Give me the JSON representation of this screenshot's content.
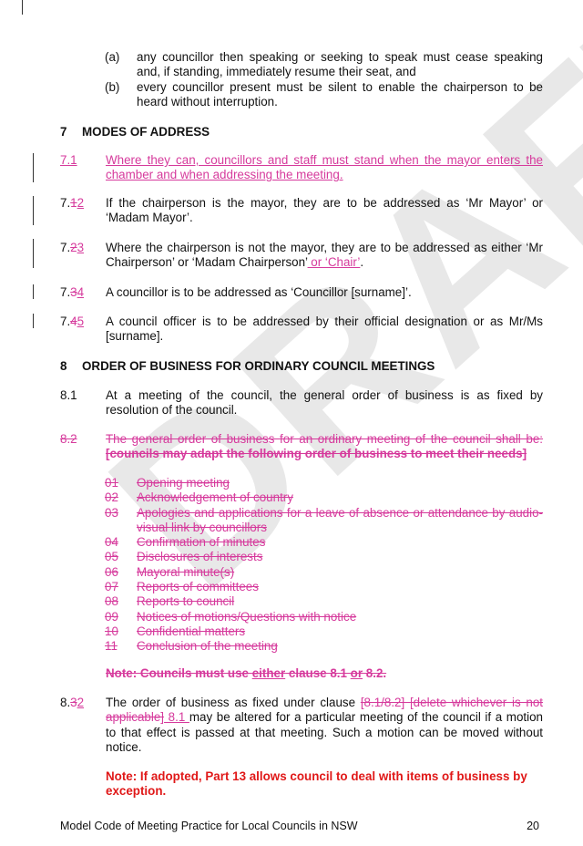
{
  "watermark": "DRAFT",
  "colors": {
    "insert": "#d63a9c",
    "note_red": "#e01818"
  },
  "subitems": [
    {
      "label": "(a)",
      "text": "any councillor then speaking or seeking to speak must cease speaking and, if standing, immediately resume their seat, and"
    },
    {
      "label": "(b)",
      "text": "every councillor present must be silent to enable the chairperson to be heard without interruption."
    }
  ],
  "section7": {
    "num": "7",
    "title": "MODES OF ADDRESS",
    "c71_num": "7.1",
    "c71_text": "Where they can, councillors and staff must stand when the mayor enters the chamber and when addressing the meeting.",
    "c72": {
      "prefix": "7.",
      "old": "1",
      "new": "2",
      "text": "If the chairperson is the mayor, they are to be addressed as ‘Mr Mayor’ or ‘Madam Mayor’."
    },
    "c73": {
      "prefix": "7.",
      "old": "2",
      "new": "3",
      "text": "Where the chairperson is not the mayor, they are to be addressed as either ‘Mr Chairperson’ or ‘Madam Chairperson’",
      "ins": " or ‘Chair’",
      "end": "."
    },
    "c74": {
      "prefix": "7.",
      "old": "3",
      "new": "4",
      "text": "A councillor is to be addressed as ‘Councillor [surname]’."
    },
    "c75": {
      "prefix": "7.",
      "old": "4",
      "new": "5",
      "text": "A council officer is to be addressed by their official designation or as Mr/Ms [surname]."
    }
  },
  "section8": {
    "num": "8",
    "title": "ORDER OF BUSINESS FOR ORDINARY COUNCIL MEETINGS",
    "c81_num": "8.1",
    "c81_text": "At a meeting of the council, the general order of business is as fixed by resolution of the council.",
    "c82_num": "8.2",
    "c82_text": "The general order of business for an ordinary meeting of the council shall be:",
    "c82_bold": "[councils may adapt the following order of business to meet their needs]",
    "items": [
      {
        "n": "01",
        "t": "Opening meeting"
      },
      {
        "n": "02",
        "t": "Acknowledgement of country"
      },
      {
        "n": "03",
        "t": "Apologies and applications for a leave of absence or attendance by audio-visual link by councillors"
      },
      {
        "n": "04",
        "t": "Confirmation of minutes"
      },
      {
        "n": "05",
        "t": "Disclosures of interests"
      },
      {
        "n": "06",
        "t": "Mayoral minute(s)"
      },
      {
        "n": "07",
        "t": "Reports of committees"
      },
      {
        "n": "08",
        "t": "Reports to council"
      },
      {
        "n": "09",
        "t": "Notices of motions/Questions with notice"
      },
      {
        "n": "10",
        "t": "Confidential matters"
      },
      {
        "n": "11",
        "t": "Conclusion of the meeting"
      }
    ],
    "note_a": "Note: Councils must use ",
    "note_b": "either",
    "note_c": " clause 8.1 ",
    "note_d": "or",
    "note_e": " 8.2.",
    "c83": {
      "prefix": "8.",
      "old": "3",
      "new": "2",
      "t1": "The order of business as fixed under clause ",
      "del": "[8.1/8.2] [delete whichever is not applicable]",
      "ins": " 8.1 ",
      "t2": "may be altered for a particular meeting of the council if a motion to that effect is passed at that meeting. Such a motion can be moved without notice."
    },
    "note2": "Note: If adopted, Part 13 allows council to deal with items of business by exception."
  },
  "footer": {
    "title": "Model Code of Meeting Practice for Local Councils in NSW",
    "page": "20"
  }
}
